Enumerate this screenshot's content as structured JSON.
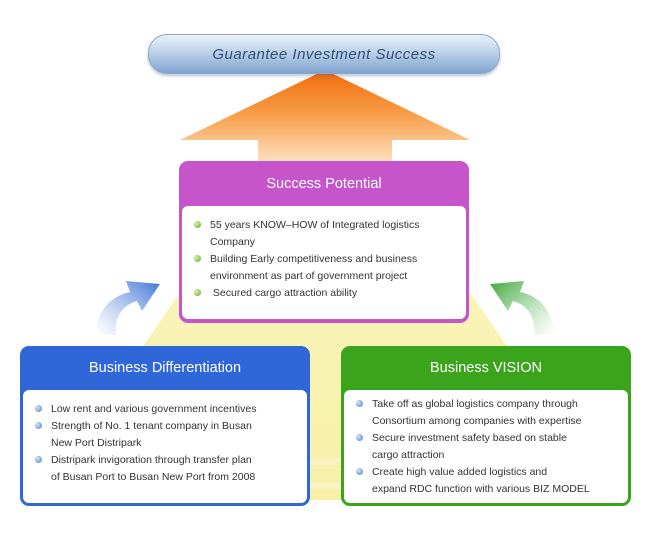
{
  "banner": {
    "title": "Guarantee Investment Success"
  },
  "success_potential": {
    "title": "Success Potential",
    "items": [
      {
        "lines": [
          "55 years KNOW–HOW of Integrated logistics Company"
        ]
      },
      {
        "lines": [
          "Building Early competitiveness and business",
          "environment as part of government project"
        ]
      },
      {
        "lines": [
          " Secured cargo attraction ability"
        ]
      }
    ]
  },
  "business_differentiation": {
    "title": "Business Differentiation",
    "items": [
      {
        "lines": [
          "Low rent and various government incentives"
        ]
      },
      {
        "lines": [
          "Strength of No. 1 tenant company in Busan",
          "New Port Distripark"
        ]
      },
      {
        "lines": [
          "Distripark invigoration through transfer plan",
          "of Busan Port to Busan New Port from 2008"
        ]
      }
    ]
  },
  "business_vision": {
    "title": "Business VISION",
    "items": [
      {
        "lines": [
          "Take off as global logistics company through",
          "Consortium among companies with expertise"
        ]
      },
      {
        "lines": [
          "Secure investment safety based on stable",
          "cargo attraction"
        ]
      },
      {
        "lines": [
          "Create high value added logistics and",
          "expand RDC function with various BIZ MODEL"
        ]
      }
    ]
  },
  "colors": {
    "success": "#c655cc",
    "differentiation": "#2f66d8",
    "vision": "#3aa51c",
    "triangle": "#f8f4b8",
    "arrow": "#f07a12"
  }
}
